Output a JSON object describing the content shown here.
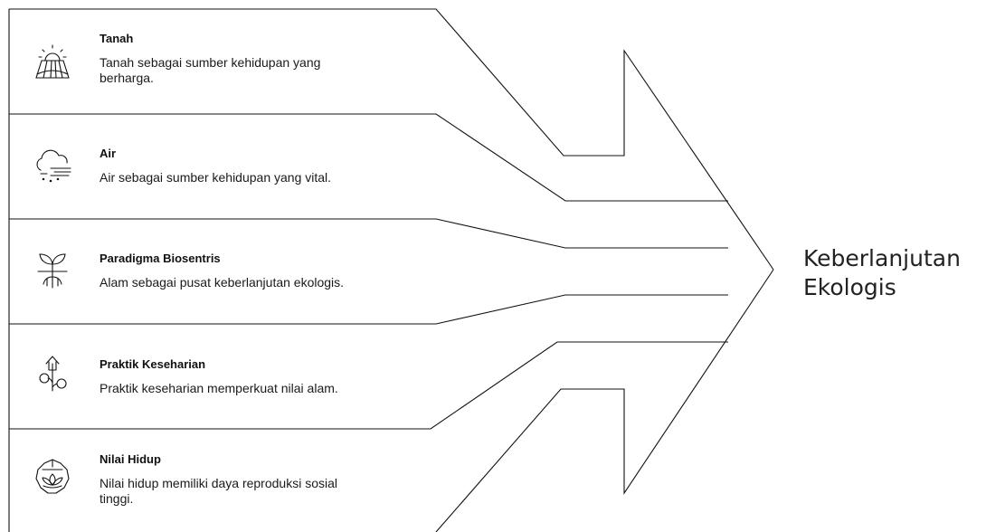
{
  "items": [
    {
      "title": "Tanah",
      "desc_lines": [
        "Tanah sebagai sumber kehidupan yang",
        "berharga."
      ],
      "icon": "sun-field-icon"
    },
    {
      "title": "Air",
      "desc_lines": [
        "Air sebagai sumber kehidupan yang vital."
      ],
      "icon": "cloud-wind-icon"
    },
    {
      "title": "Paradigma Biosentris",
      "desc_lines": [
        "Alam sebagai pusat keberlanjutan ekologis."
      ],
      "icon": "sprout-roots-icon"
    },
    {
      "title": "Praktik Keseharian",
      "desc_lines": [
        "Praktik keseharian memperkuat nilai alam."
      ],
      "icon": "house-plant-icon"
    },
    {
      "title": "Nilai Hidup",
      "desc_lines": [
        "Nilai hidup memiliki daya reproduksi sosial",
        "tinggi."
      ],
      "icon": "lotus-badge-icon"
    }
  ],
  "outcome": {
    "line1": "Keberlanjutan",
    "line2": "Ekologis"
  },
  "colors": {
    "line": "#111111",
    "text": "#111111",
    "background": "#ffffff"
  }
}
